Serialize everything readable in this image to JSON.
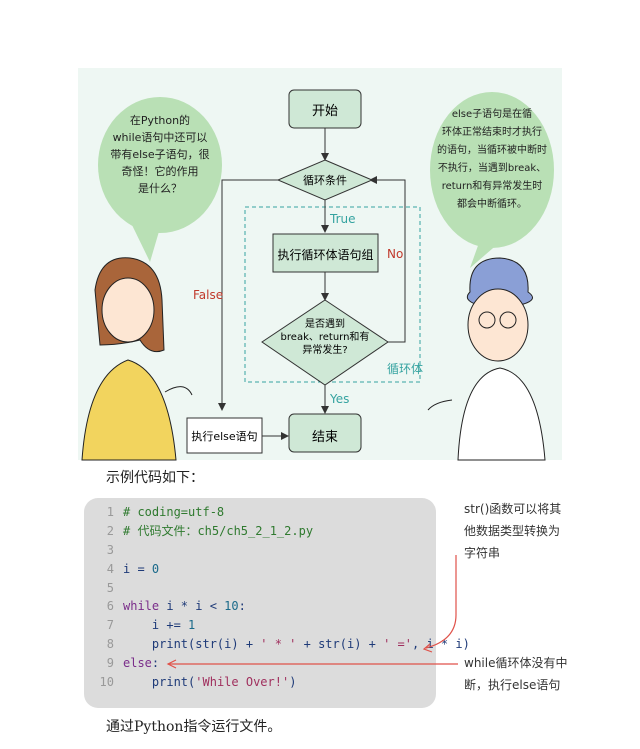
{
  "flowchart": {
    "start": "开始",
    "condition": "循环条件",
    "true_label": "True",
    "false_label": "False",
    "body": "执行循环体语句组",
    "decision_lines": [
      "是否遇到",
      "break、return和有",
      "异常发生?"
    ],
    "no_label": "No",
    "yes_label": "Yes",
    "loop_label": "循环体",
    "else_block": "执行else语句",
    "end": "结束"
  },
  "left_bubble": {
    "lines": [
      "在Python的",
      "while语句中还可以",
      "带有else子语句，很",
      "奇怪！它的作用",
      "是什么？"
    ]
  },
  "right_bubble": {
    "lines": [
      "else子语句是在循",
      "环体正常结束时才执行",
      "的语句，当循环被中断时",
      "不执行，当遇到break、",
      "return和有异常发生时",
      "都会中断循环。"
    ]
  },
  "caption_top": "示例代码如下：",
  "code": {
    "line_numbers": [
      "1",
      "2",
      "3",
      "4",
      "5",
      "6",
      "7",
      "8",
      "9",
      "10"
    ],
    "l1": "# coding=utf-8",
    "l2": "# 代码文件：ch5/ch5_2_1_2.py",
    "l4_var": "i",
    "l4_eq": " = ",
    "l4_num": "0",
    "l6_kw": "while",
    "l6_a": " i * i < ",
    "l6_num": "10",
    "l6_colon": ":",
    "l7_a": "    i += ",
    "l7_num": "1",
    "l8_fn1": "    print",
    "l8_a": "(str(i) + ",
    "l8_s1": "' * '",
    "l8_b": " + str(i) + ",
    "l8_s2": "' ='",
    "l8_c": ", i * i)",
    "l9_kw": "else",
    "l9_colon": ":",
    "l10_fn": "    print",
    "l10_a": "(",
    "l10_s": "'While Over!'",
    "l10_b": ")"
  },
  "annotations": {
    "str_note": [
      "str()函数可以将其",
      "他数据类型转换为",
      "字符串"
    ],
    "else_note": [
      "while循环体没有中",
      "断，执行else语句"
    ]
  },
  "caption_bottom": "通过Python指令运行文件。",
  "colors": {
    "arrow": "#e0524a",
    "teal": "#35a3a0",
    "green_box": "#cfe8d6"
  }
}
